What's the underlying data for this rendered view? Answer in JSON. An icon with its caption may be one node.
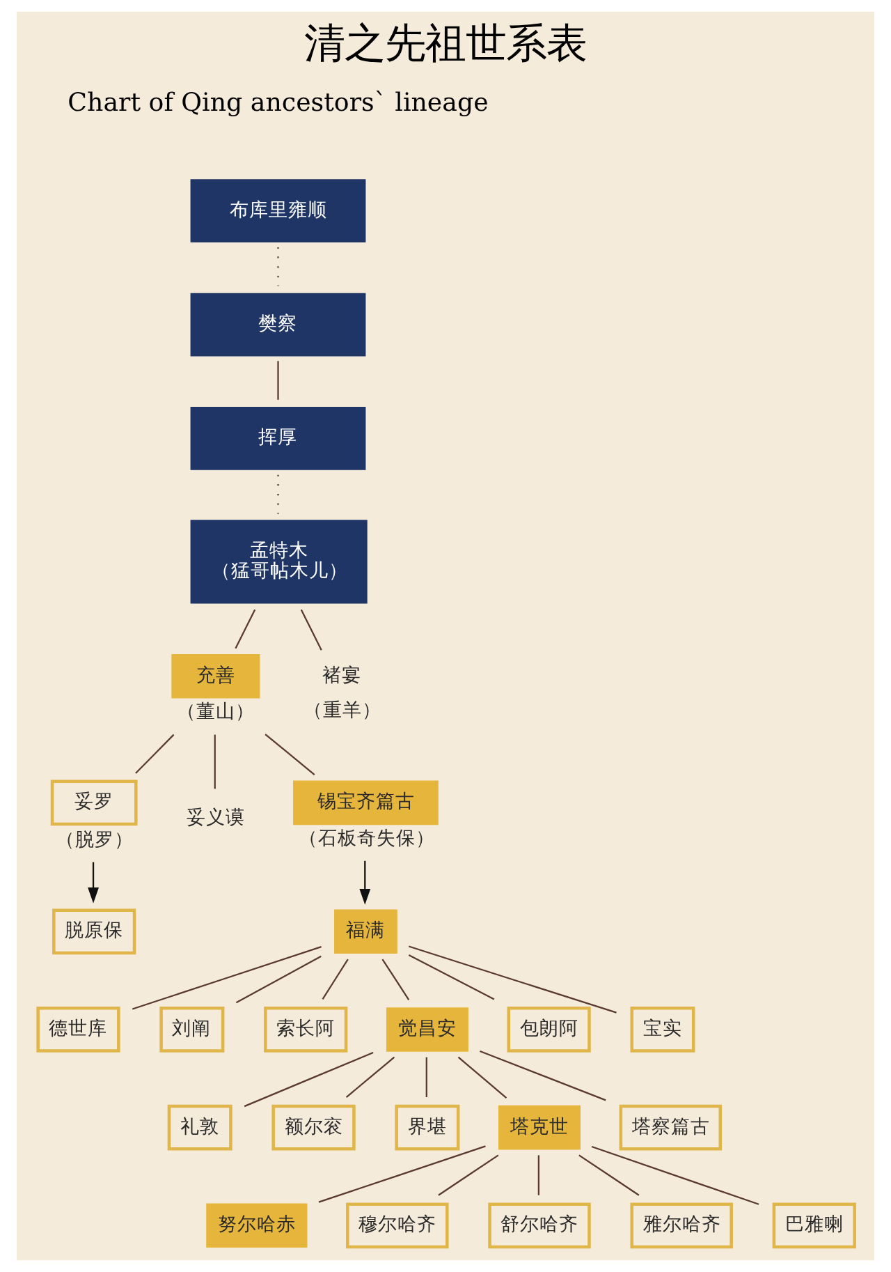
{
  "diagram": {
    "title": "清之先祖世系表",
    "nodes": [
      {
        "text": [
          "布库里雍顺"
        ]
      },
      {
        "text": [
          "樊察"
        ]
      },
      {
        "text": [
          "挥厚"
        ]
      },
      {
        "text": [
          "孟特木",
          "（猛哥帖木儿）"
        ]
      },
      {
        "text": [
          "充善"
        ],
        "beside": [
          "（董山）"
        ]
      },
      {
        "text": [
          "褚宴"
        ],
        "beside": [
          "（重羊）"
        ]
      },
      {
        "text": [
          "妥罗"
        ],
        "beside": [
          "（脱罗）"
        ]
      },
      {
        "text": [
          "妥义谟"
        ]
      },
      {
        "text": [
          "锡宝齐篇古"
        ],
        "beside": [
          "（石板奇失保）"
        ]
      },
      {
        "text": [
          "脱原保"
        ]
      },
      {
        "text": [
          "福满"
        ]
      },
      {
        "text": [
          "德世库"
        ]
      },
      {
        "text": [
          "刘阐"
        ]
      },
      {
        "text": [
          "索长阿"
        ]
      },
      {
        "text": [
          "觉昌安"
        ]
      },
      {
        "text": [
          "包朗阿"
        ]
      },
      {
        "text": [
          "宝实"
        ]
      },
      {
        "text": [
          "礼敦"
        ]
      },
      {
        "text": [
          "额尔衮"
        ]
      },
      {
        "text": [
          "界堪"
        ]
      },
      {
        "text": [
          "塔克世"
        ]
      },
      {
        "text": [
          "塔察篇古"
        ]
      },
      {
        "text": [
          "努尔哈赤"
        ]
      },
      {
        "text": [
          "穆尔哈齐"
        ]
      },
      {
        "text": [
          "舒尔哈齐"
        ]
      },
      {
        "text": [
          "雅尔哈齐"
        ]
      },
      {
        "text": [
          "巴雅喇"
        ]
      }
    ],
    "edges": [
      {
        "from": 0,
        "to": 1,
        "arrow": "none",
        "style": "dashed"
      },
      {
        "from": 1,
        "to": 2,
        "arrow": "none"
      },
      {
        "from": 2,
        "to": 3,
        "arrow": "none",
        "style": "dashed"
      },
      {
        "from": 3,
        "to": 4,
        "arrow": "none"
      },
      {
        "from": 3,
        "to": 5,
        "arrow": "none"
      },
      {
        "from": 4,
        "to": 6,
        "arrow": "none"
      },
      {
        "from": 4,
        "to": 7,
        "arrow": "none"
      },
      {
        "from": 4,
        "to": 8,
        "arrow": "none"
      },
      {
        "from": 6,
        "to": 9,
        "arrow": "to"
      },
      {
        "from": 8,
        "to": 10,
        "arrow": "to"
      },
      {
        "from": 10,
        "to": 11,
        "arrow": "none"
      },
      {
        "from": 10,
        "to": 12,
        "arrow": "none"
      },
      {
        "from": 10,
        "to": 13,
        "arrow": "none"
      },
      {
        "from": 10,
        "to": 14,
        "arrow": "none"
      },
      {
        "from": 10,
        "to": 15,
        "arrow": "none"
      },
      {
        "from": 10,
        "to": 16,
        "arrow": "none"
      },
      {
        "from": 14,
        "to": 17,
        "arrow": "none"
      },
      {
        "from": 14,
        "to": 18,
        "arrow": "none"
      },
      {
        "from": 14,
        "to": 19,
        "arrow": "none"
      },
      {
        "from": 14,
        "to": 20,
        "arrow": "none"
      },
      {
        "from": 14,
        "to": 21,
        "arrow": "none"
      },
      {
        "from": 20,
        "to": 22,
        "arrow": "none"
      },
      {
        "from": 20,
        "to": 23,
        "arrow": "none"
      },
      {
        "from": 20,
        "to": 24,
        "arrow": "none"
      },
      {
        "from": 20,
        "to": 25,
        "arrow": "none"
      },
      {
        "from": 20,
        "to": 26,
        "arrow": "none"
      }
    ],
    "labels": [
      "Chart of Qing ancestors` lineage"
    ]
  }
}
